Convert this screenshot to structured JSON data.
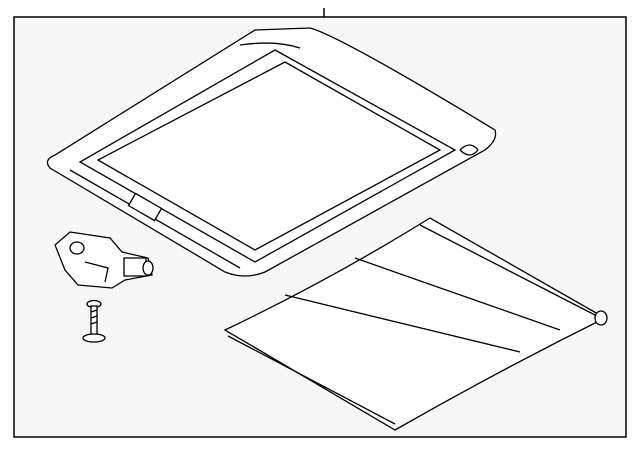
{
  "diagram": {
    "colors": {
      "background": "#f7f7f7",
      "line": "#000000",
      "part_fill": "#ffffff"
    },
    "parts": [
      {
        "name": "sunroof-frame-assembly"
      },
      {
        "name": "sunshade-panel"
      },
      {
        "name": "sunroof-motor"
      },
      {
        "name": "mounting-bolt"
      }
    ]
  }
}
